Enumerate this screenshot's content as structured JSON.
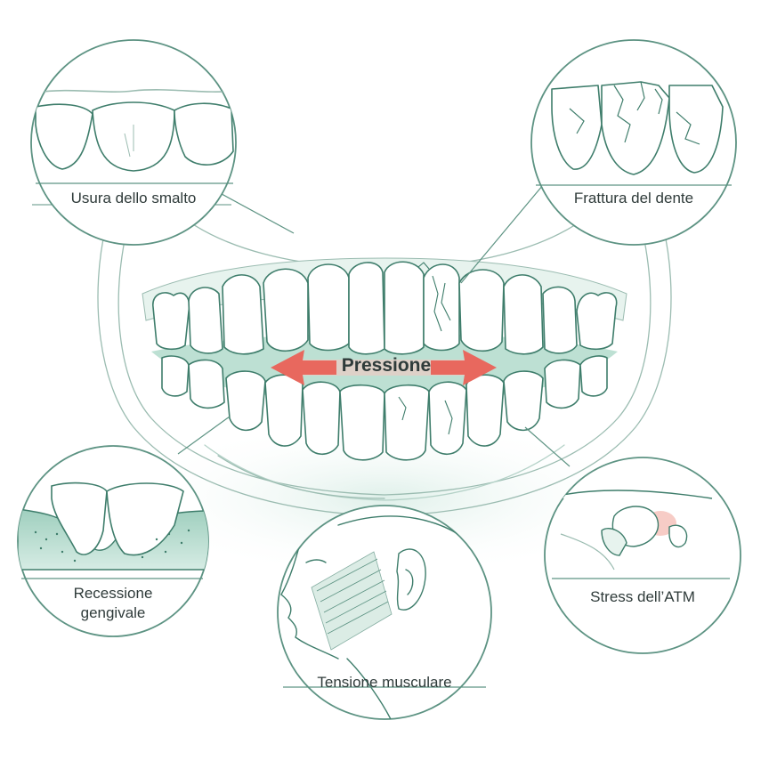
{
  "center": {
    "label": "Pressione"
  },
  "callouts": [
    {
      "id": "enamel",
      "label": "Usura dello smalto"
    },
    {
      "id": "fracture",
      "label": "Frattura del dente"
    },
    {
      "id": "recession",
      "label_line1": "Recessione",
      "label_line2": "gengivale"
    },
    {
      "id": "muscle",
      "label": "Tensione musculare"
    },
    {
      "id": "tmj",
      "label": "Stress dell’ATM"
    }
  ],
  "colors": {
    "outline": "#3e7d6b",
    "circle": "#5d9383",
    "gum": "#cfe6dd",
    "gum_dark": "#a9d1c2",
    "arrow": "#e8685e",
    "text": "#2f3b3a"
  }
}
